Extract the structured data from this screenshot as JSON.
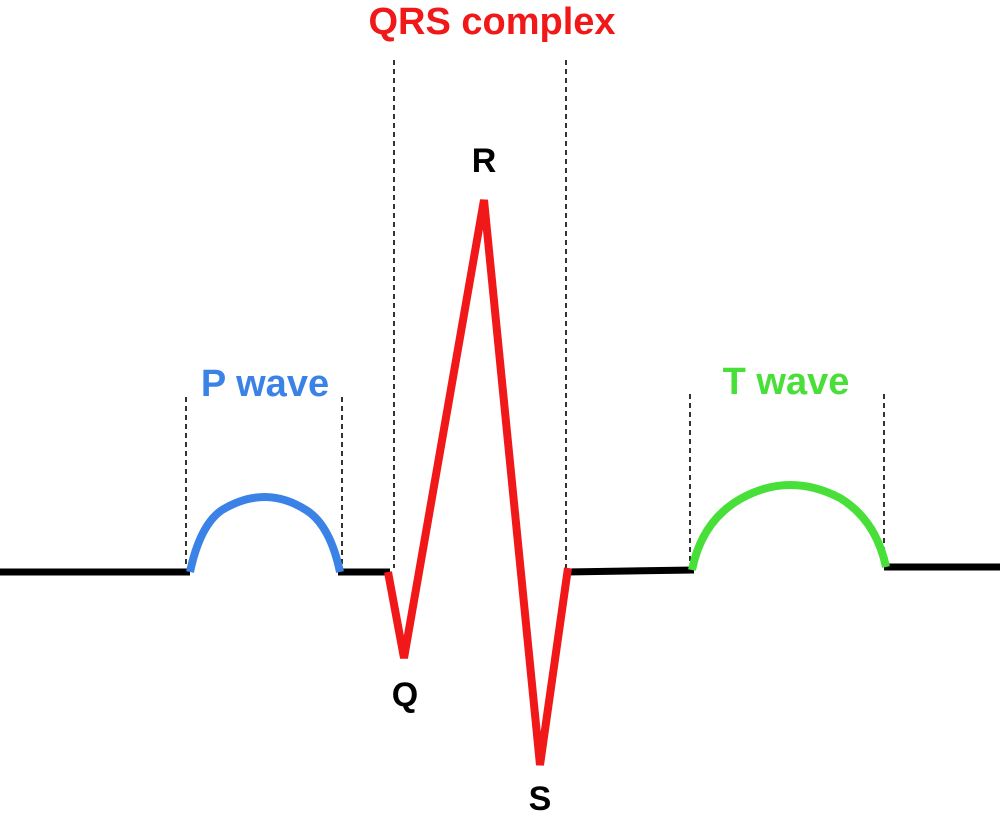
{
  "diagram": {
    "labels": {
      "qrs_complex": "QRS complex",
      "p_wave": "P wave",
      "t_wave": "T wave",
      "q": "Q",
      "r": "R",
      "s": "S"
    },
    "colors": {
      "baseline": "#000000",
      "p_wave": "#3b82e6",
      "qrs_complex": "#f01818",
      "t_wave": "#48e038",
      "guides": "#000000"
    }
  }
}
